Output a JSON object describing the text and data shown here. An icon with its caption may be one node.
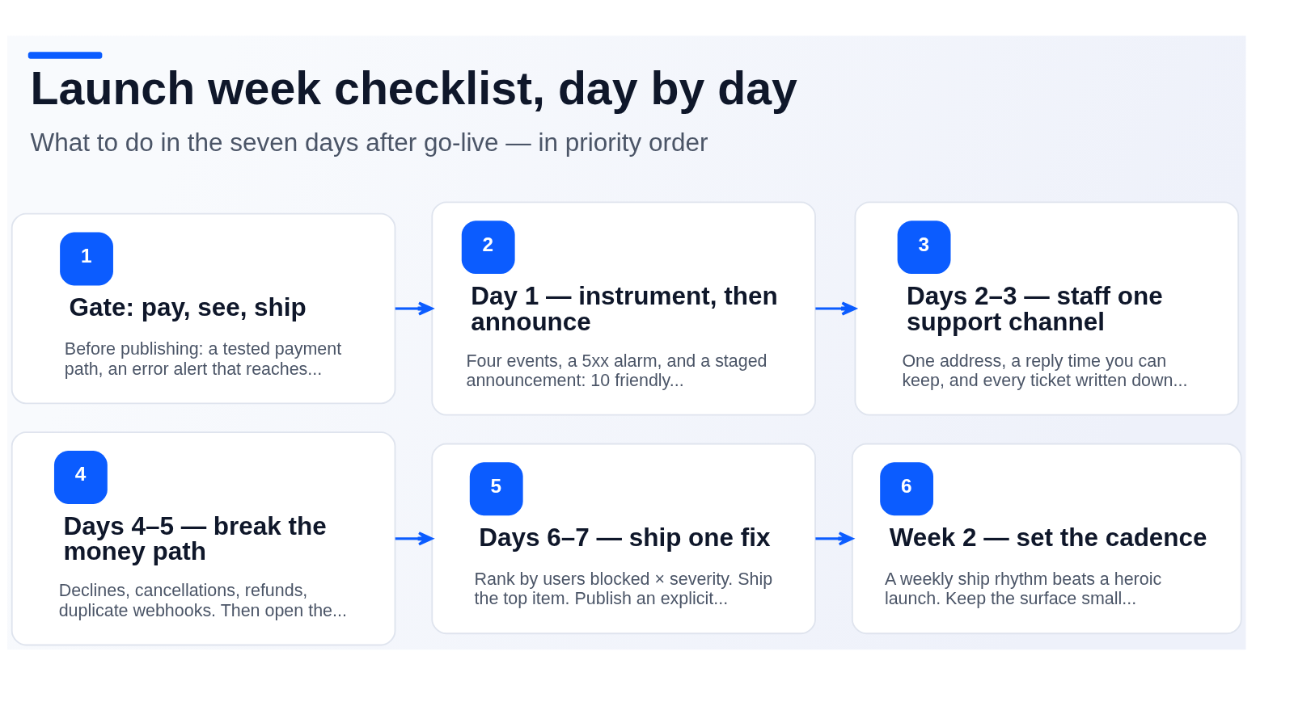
{
  "diagram": {
    "title": "Launch week checklist, day by day",
    "caption": "What to do in the seven days after go-live — in priority order",
    "nodes": [
      {
        "text": [
          "1",
          "Gate: pay, see, ship",
          "Before publishing: a tested payment path, an error alert that reaches..."
        ]
      },
      {
        "text": [
          "2",
          "Day 1 — instrument, then announce",
          "Four events, a 5xx alarm, and a staged announcement: 10 friendly..."
        ]
      },
      {
        "text": [
          "3",
          "Days 2–3 — staff one support channel",
          "One address, a reply time you can keep, and every ticket written down..."
        ]
      },
      {
        "text": [
          "4",
          "Days 4–5 — break the money path",
          "Declines, cancellations, refunds, duplicate webhooks. Then open the..."
        ]
      },
      {
        "text": [
          "5",
          "Days 6–7 — ship one fix",
          "Rank by users blocked × severity. Ship the top item. Publish an explicit..."
        ]
      },
      {
        "text": [
          "6",
          "Week 2 — set the cadence",
          "A weekly ship rhythm beats a heroic launch. Keep the surface small..."
        ]
      }
    ],
    "edges": [
      {
        "from": 0,
        "to": 1,
        "arrow": "to"
      },
      {
        "from": 1,
        "to": 2,
        "arrow": "to"
      },
      {
        "from": 3,
        "to": 4,
        "arrow": "to"
      },
      {
        "from": 4,
        "to": 5,
        "arrow": "to"
      }
    ]
  }
}
